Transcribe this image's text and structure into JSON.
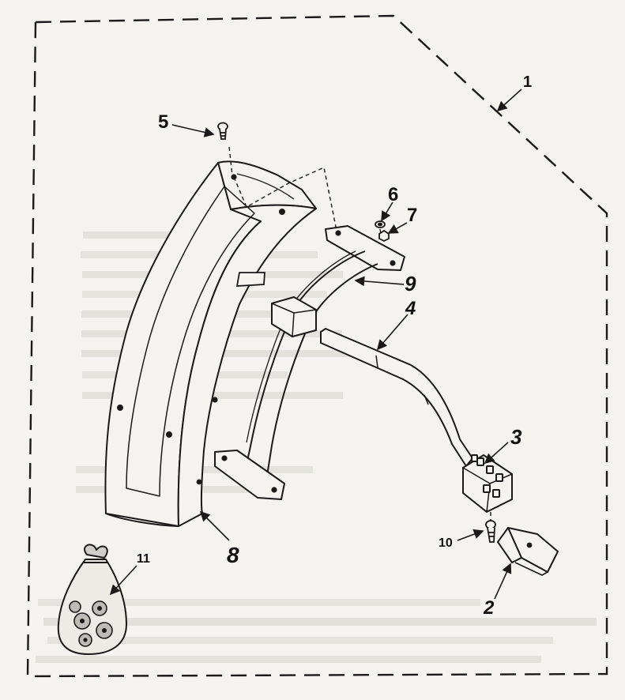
{
  "diagram": {
    "callouts": [
      {
        "id": "c1",
        "label": "1"
      },
      {
        "id": "c2",
        "label": "2"
      },
      {
        "id": "c3",
        "label": "3"
      },
      {
        "id": "c4",
        "label": "4"
      },
      {
        "id": "c5",
        "label": "5"
      },
      {
        "id": "c6",
        "label": "6"
      },
      {
        "id": "c7",
        "label": "7"
      },
      {
        "id": "c8",
        "label": "8"
      },
      {
        "id": "c9",
        "label": "9"
      },
      {
        "id": "c10",
        "label": "10"
      },
      {
        "id": "c11",
        "label": "11"
      }
    ]
  },
  "colors": {
    "ink": "#1a1a1a",
    "paper": "#f4f3ef",
    "bleed": "#b9b8b2"
  }
}
